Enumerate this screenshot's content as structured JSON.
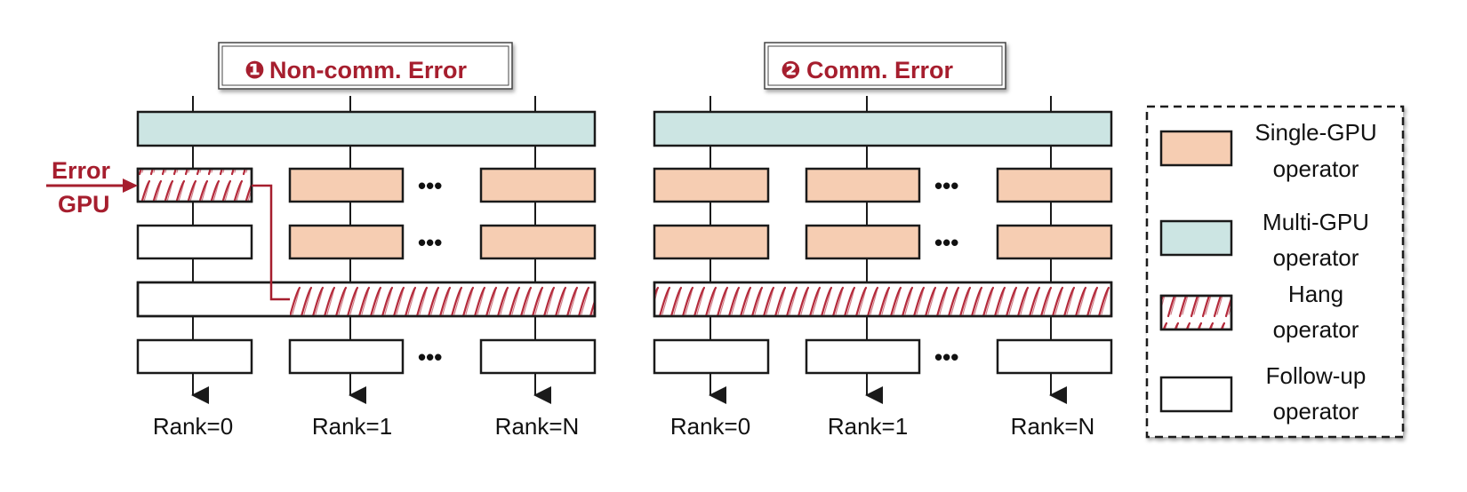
{
  "colors": {
    "single_gpu": "#f6cdb2",
    "multi_gpu": "#cce5e3",
    "hang_stroke": "#b42a3b",
    "error_red": "#a61e2e",
    "outline": "#1a1a1a",
    "follow_up": "#ffffff"
  },
  "panels": [
    {
      "title_marker": "❶",
      "title": "Non-comm. Error",
      "ranks": [
        "Rank=0",
        "Rank=1",
        "Rank=N"
      ],
      "ellipsis": "•••",
      "error_label_line1": "Error",
      "error_label_line2": "GPU"
    },
    {
      "title_marker": "❷",
      "title": "Comm. Error",
      "ranks": [
        "Rank=0",
        "Rank=1",
        "Rank=N"
      ],
      "ellipsis": "•••"
    }
  ],
  "legend": {
    "items": [
      {
        "line1": "Single-GPU",
        "line2": "operator",
        "swatch": "single-gpu"
      },
      {
        "line1": "Multi-GPU",
        "line2": "operator",
        "swatch": "multi-gpu"
      },
      {
        "line1": "Hang",
        "line2": "operator",
        "swatch": "hang"
      },
      {
        "line1": "Follow-up",
        "line2": "operator",
        "swatch": "follow-up"
      }
    ]
  }
}
